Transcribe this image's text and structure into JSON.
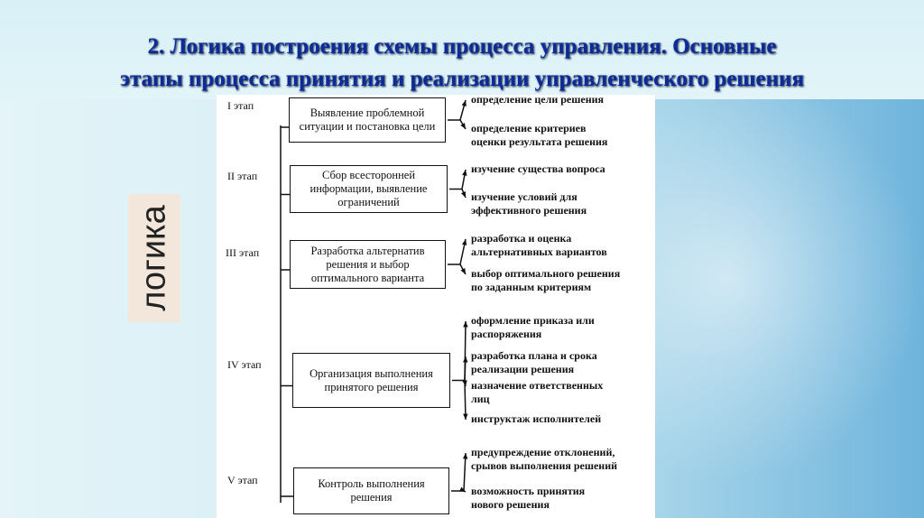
{
  "title": {
    "line1": "2. Логика построения схемы процесса управления. Основные",
    "line2": "этапы процесса принятия и реализации управленческого решения"
  },
  "side_label": "логика",
  "stages": [
    {
      "label": "I этап",
      "box": "Выявление проблемной ситуации и постановка цели",
      "outcomes": [
        "определение цели решения",
        "определение критериев\nоценки результата решения"
      ]
    },
    {
      "label": "II этап",
      "box": "Сбор всесторонней информации, выявление ограничений",
      "outcomes": [
        "изучение существа вопроса",
        "изучение условий для\nэффективного решения"
      ]
    },
    {
      "label": "III этап",
      "box": "Разработка альтернатив решения и выбор оптимального варианта",
      "outcomes": [
        "разработка и оценка\nальтернативных вариантов",
        "выбор оптимального решения\nпо заданным критериям"
      ]
    },
    {
      "label": "IV этап",
      "box": "Организация выполнения принятого решения",
      "outcomes": [
        "оформление приказа или\nраспоряжения",
        "разработка плана и срока\nреализации решения",
        "назначение ответственных\nлиц",
        "инструктаж исполнителей"
      ]
    },
    {
      "label": "V этап",
      "box": "Контроль выполнения решения",
      "outcomes": [
        "предупреждение отклонений,\nсрывов выполнения решений",
        "возможность принятия\nнового решения"
      ]
    }
  ]
}
